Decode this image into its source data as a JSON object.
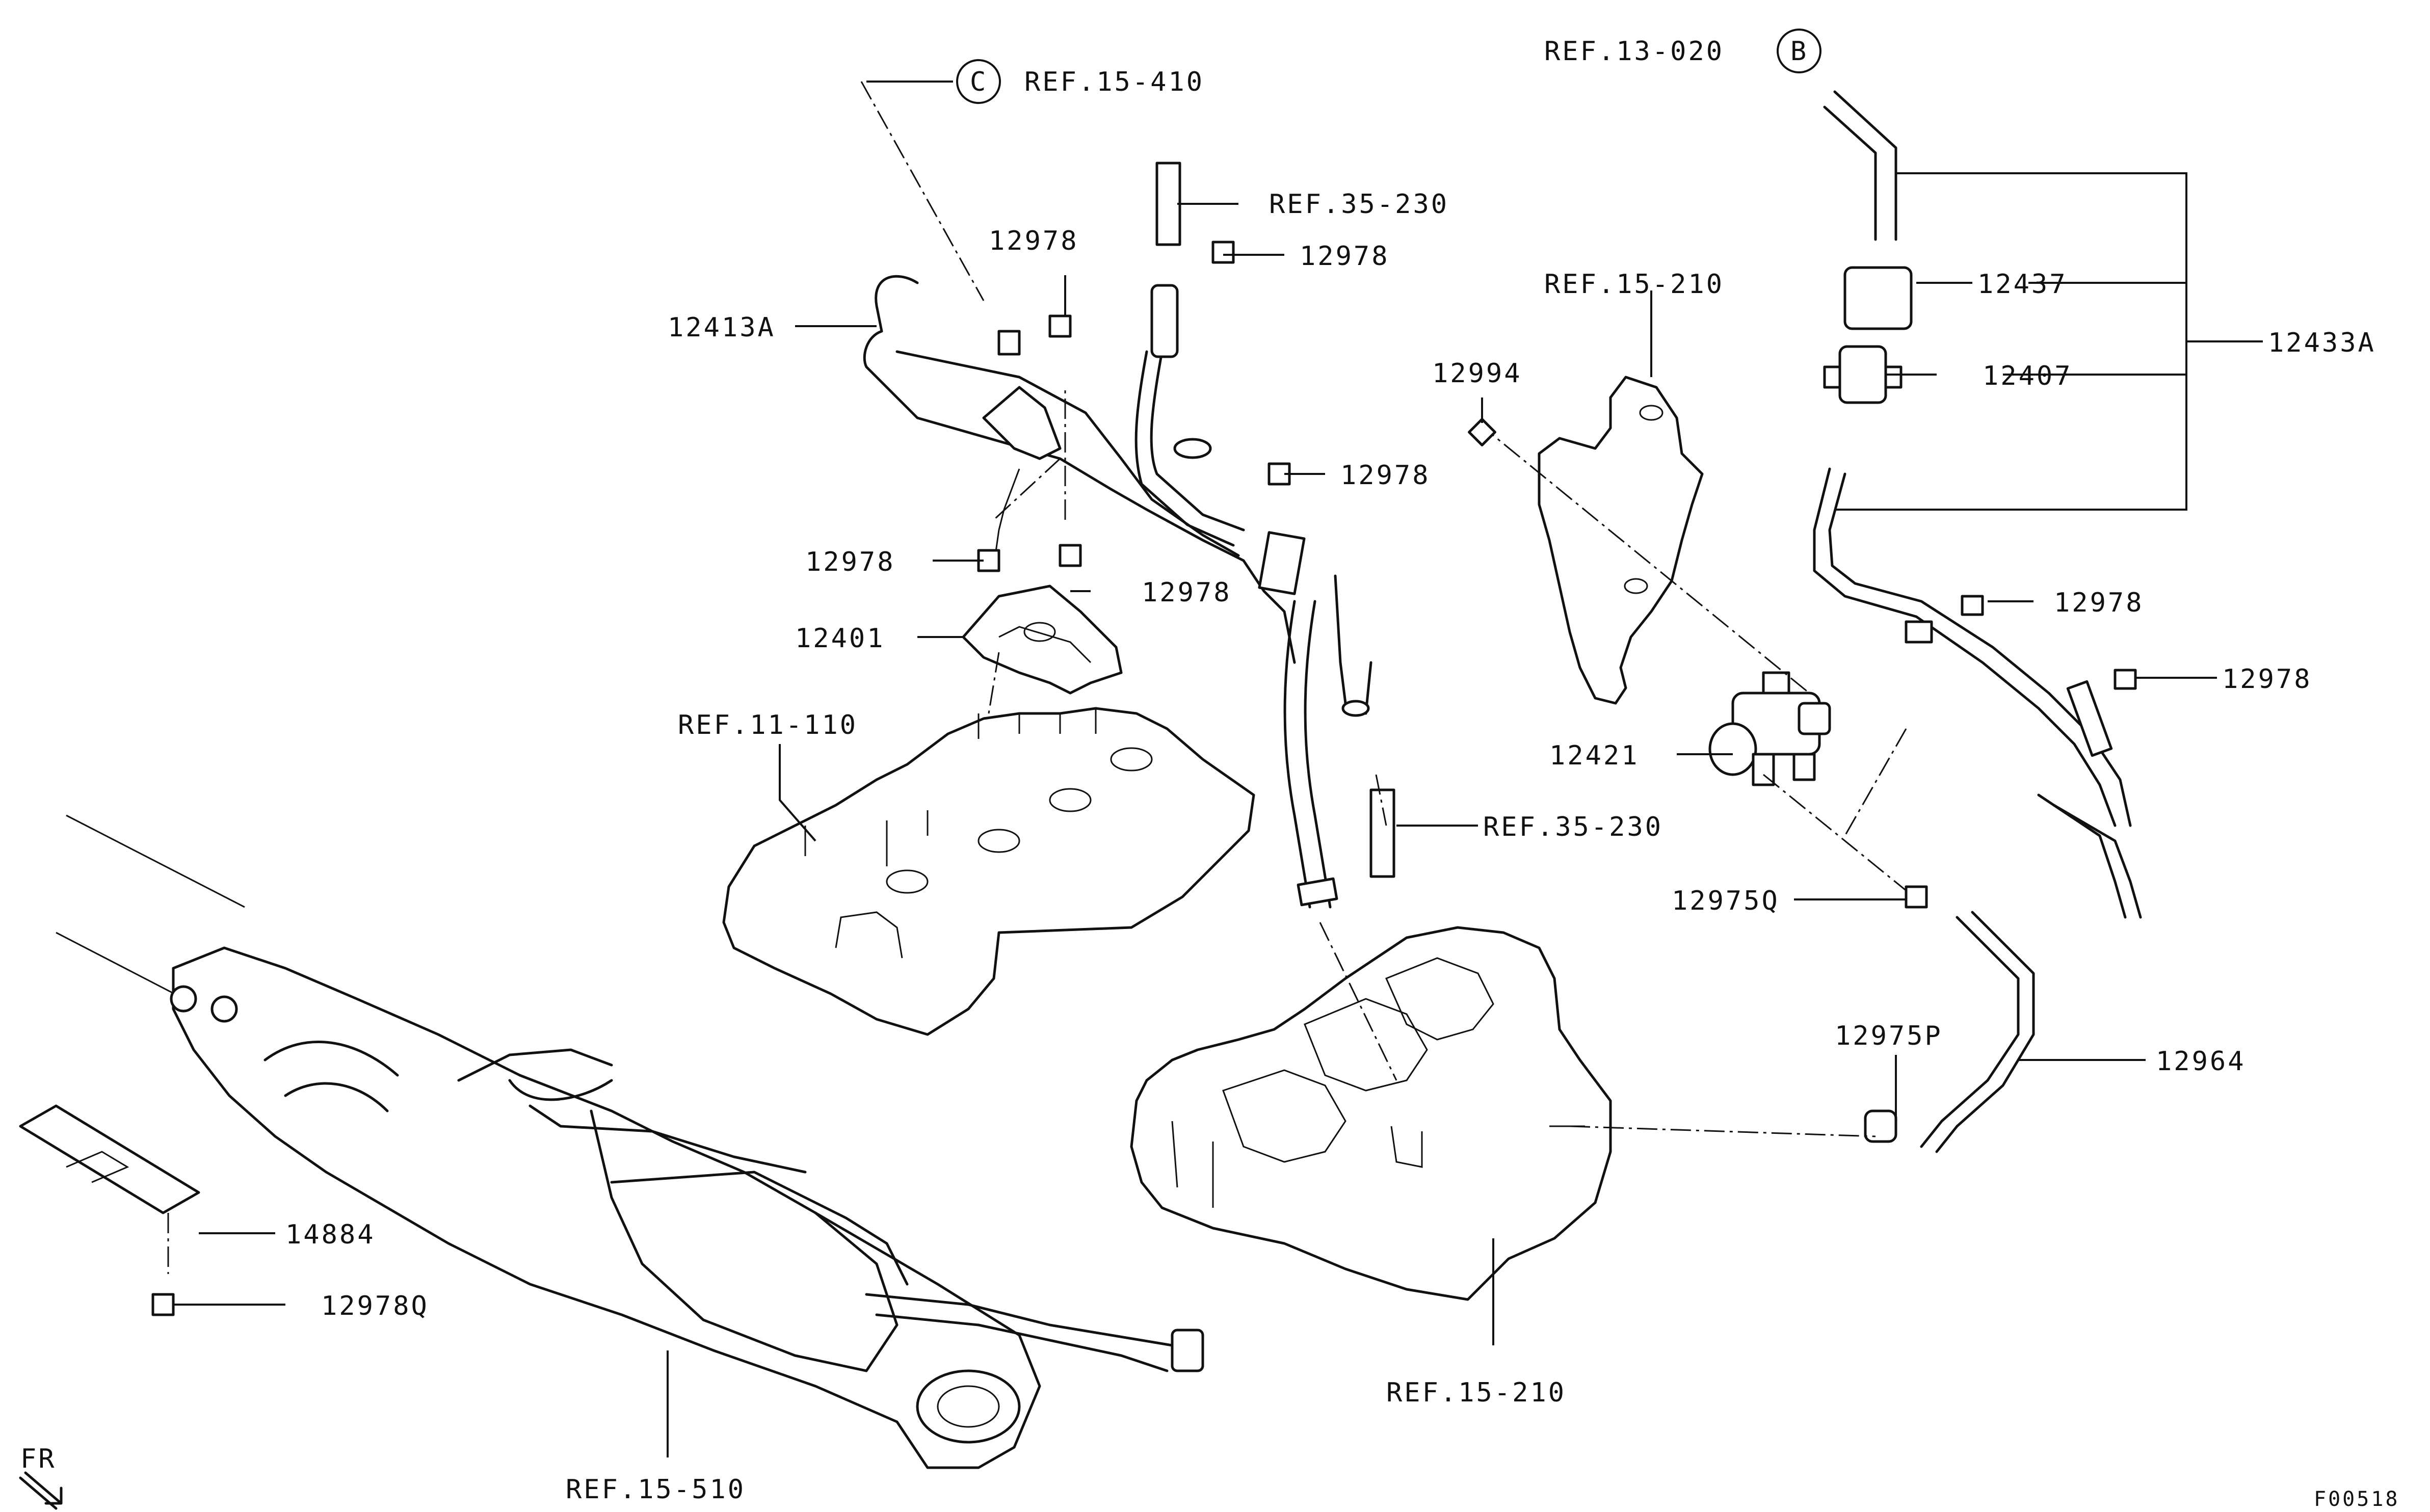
{
  "diagram": {
    "figure_code": "F00518",
    "direction_label": "FR",
    "callouts": {
      "ref_15_410": "REF.15-410",
      "ref_13_020": "REF.13-020",
      "ref_35_230_top": "REF.35-230",
      "ref_35_230_mid": "REF.35-230",
      "ref_15_210_top": "REF.15-210",
      "ref_15_210_bottom": "REF.15-210",
      "ref_11_110": "REF.11-110",
      "ref_15_510": "REF.15-510",
      "p12978_a": "12978",
      "p12978_b": "12978",
      "p12978_c": "12978",
      "p12978_d": "12978",
      "p12978_e": "12978",
      "p12978_f": "12978",
      "p12978_g": "12978",
      "p12413A": "12413A",
      "p12401": "12401",
      "p12994": "12994",
      "p12437": "12437",
      "p12407": "12407",
      "p12433A": "12433A",
      "p12421": "12421",
      "p12975Q": "12975Q",
      "p12975P": "12975P",
      "p12964": "12964",
      "p14884": "14884",
      "p12978Q": "12978Q"
    },
    "connectors": {
      "c_letter": "C",
      "b_letter": "B"
    }
  }
}
